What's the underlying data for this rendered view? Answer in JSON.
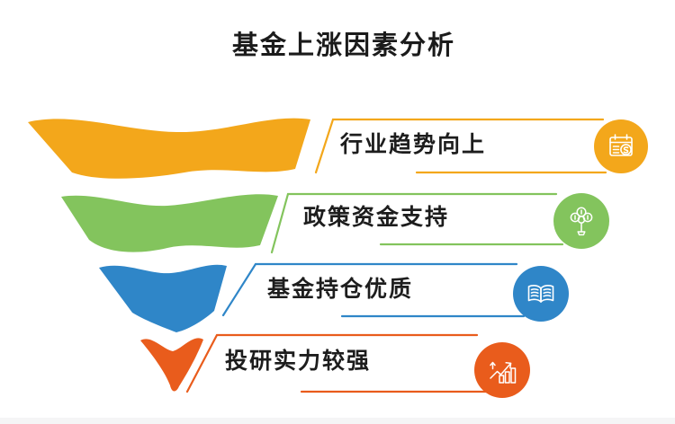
{
  "page": {
    "title": "基金上涨因素分析",
    "title_color": "#1b1b1b",
    "background": "#ffffff",
    "footer_bar_color": "#f5f5f6"
  },
  "funnel": {
    "type": "funnel",
    "direction": "top-to-bottom",
    "items": [
      {
        "label": "行业趋势向上",
        "color": "#F3A71B",
        "icon": "calendar-money-icon"
      },
      {
        "label": "政策资金支持",
        "color": "#83C45D",
        "icon": "money-tree-icon"
      },
      {
        "label": "基金持仓优质",
        "color": "#2F86C8",
        "icon": "open-book-icon"
      },
      {
        "label": "投研实力较强",
        "color": "#E95C1C",
        "icon": "growth-chart-icon"
      }
    ]
  }
}
